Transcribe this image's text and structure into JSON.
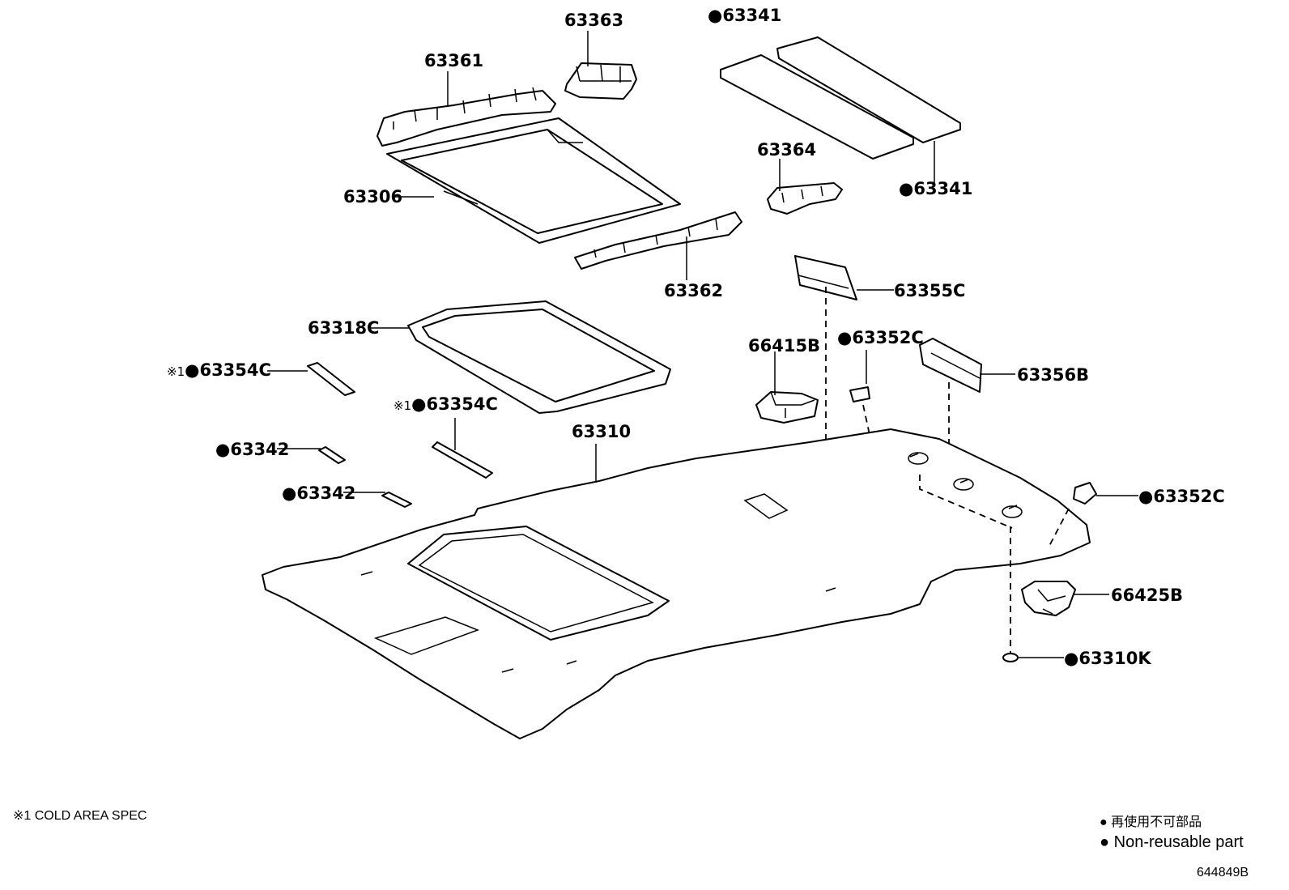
{
  "parts": {
    "p63363": "63363",
    "p63341_top": "63341",
    "p63361": "63361",
    "p63364": "63364",
    "p63341_bottom": "63341",
    "p63306": "63306",
    "p63362": "63362",
    "p63355C": "63355C",
    "p63318C": "63318C",
    "p66415B": "66415B",
    "p63352C_upper": "63352C",
    "p63356B": "63356B",
    "p63354C_left": "63354C",
    "p63354C_mid": "63354C",
    "p63310": "63310",
    "p63342_upper": "63342",
    "p63352C_right": "63352C",
    "p63342_lower": "63342",
    "p66425B": "66425B",
    "p63310K": "63310K"
  },
  "markers": {
    "bullet": "●",
    "cold_mark": "※1"
  },
  "notes": {
    "cold_area": "※1 COLD AREA SPEC",
    "legend_ja": "● 再使用不可部品",
    "legend_en": "● Non-reusable part",
    "diagram_id": "644849B"
  }
}
